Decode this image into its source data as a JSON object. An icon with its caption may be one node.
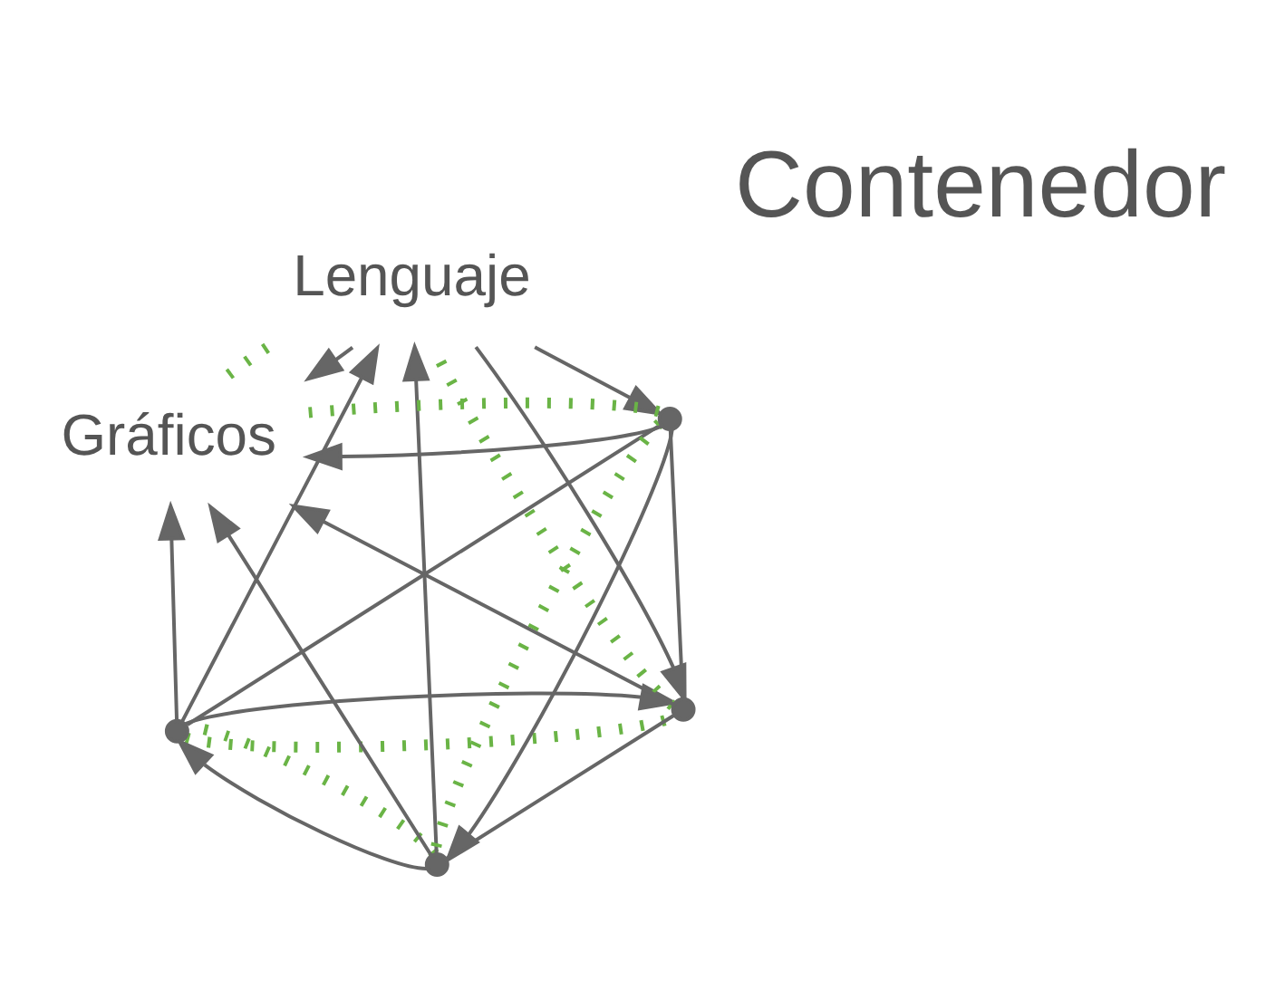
{
  "diagram": {
    "nodes": [
      {
        "text": [],
        "shape": "circle"
      },
      {
        "text": [],
        "shape": "circle"
      },
      {
        "text": [],
        "shape": "circle"
      },
      {
        "text": [
          "Lenguaje"
        ]
      },
      {
        "text": [],
        "shape": "circle"
      },
      {
        "text": [
          "Gráficos"
        ]
      }
    ],
    "edges": [
      {
        "from": 0,
        "to": 1,
        "arrow": "to"
      },
      {
        "from": 0,
        "to": 3,
        "arrow": "to"
      },
      {
        "from": 0,
        "to": 5,
        "arrow": "to"
      },
      {
        "from": 0,
        "to": 4,
        "arrow": "none"
      },
      {
        "from": 2,
        "to": 0,
        "arrow": "to"
      },
      {
        "from": 3,
        "to": 1,
        "arrow": "to"
      },
      {
        "from": 1,
        "to": 5,
        "arrow": "to"
      },
      {
        "from": 1,
        "to": 4,
        "arrow": "none"
      },
      {
        "from": 1,
        "to": 2,
        "arrow": "none"
      },
      {
        "from": 3,
        "to": 5,
        "arrow": "to"
      },
      {
        "from": 3,
        "to": 4,
        "arrow": "to"
      },
      {
        "from": 2,
        "to": 3,
        "arrow": "to"
      },
      {
        "from": 4,
        "to": 5,
        "arrow": "to"
      },
      {
        "from": 2,
        "to": 5,
        "arrow": "to"
      },
      {
        "from": 4,
        "to": 2,
        "arrow": "to"
      },
      {
        "from": 0,
        "to": 1,
        "arrow": "none",
        "style": "dashed",
        "color": "#6ab446"
      },
      {
        "from": 1,
        "to": 3,
        "arrow": "none",
        "style": "dashed",
        "color": "#6ab446"
      },
      {
        "from": 3,
        "to": 5,
        "arrow": "none",
        "style": "dashed",
        "color": "#6ab446"
      },
      {
        "from": 5,
        "to": 4,
        "arrow": "none",
        "style": "dashed",
        "color": "#6ab446"
      },
      {
        "from": 4,
        "to": 2,
        "arrow": "none",
        "style": "dashed",
        "color": "#6ab446"
      },
      {
        "from": 2,
        "to": 0,
        "arrow": "none",
        "style": "dashed",
        "color": "#6ab446"
      }
    ],
    "labels": [
      "Contenedor"
    ]
  }
}
